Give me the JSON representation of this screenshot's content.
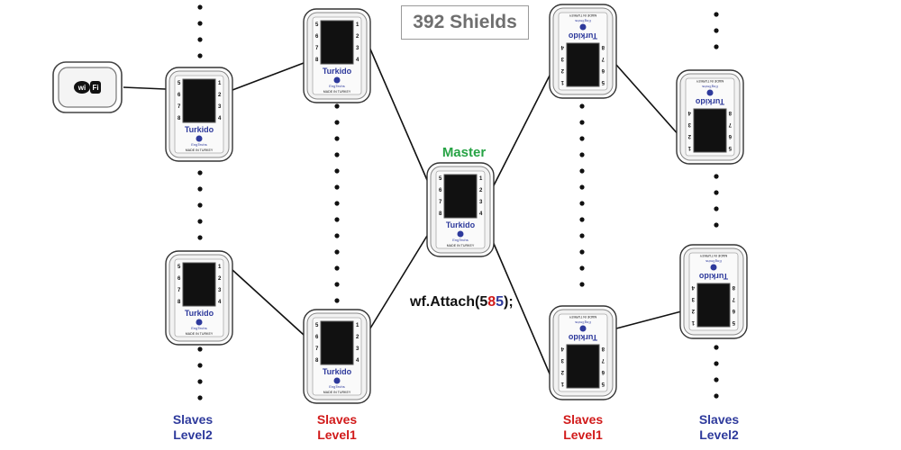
{
  "title": "392 Shields",
  "master_label": "Master",
  "code": {
    "prefix": "wf.Attach(",
    "digit1": "5",
    "digit2": "8",
    "digit3": "5",
    "suffix": ");"
  },
  "wifi_module": {
    "label_left": "wi",
    "label_right": "Fi"
  },
  "device": {
    "brand": "Turkido",
    "maker": "EngTechs",
    "made_in": "MADE IN TURKEY",
    "pins_left": [
      "5",
      "6",
      "7",
      "8"
    ],
    "pins_right": [
      "1",
      "2",
      "3",
      "4"
    ]
  },
  "columns": [
    {
      "line1": "Slaves",
      "line2": "Level2",
      "color": "#2e3a9c"
    },
    {
      "line1": "Slaves",
      "line2": "Level1",
      "color": "#d11a1a"
    },
    {
      "line1": "Slaves",
      "line2": "Level1",
      "color": "#d11a1a"
    },
    {
      "line1": "Slaves",
      "line2": "Level2",
      "color": "#2e3a9c"
    }
  ],
  "colors": {
    "level1": "#d11a1a",
    "level2": "#2e3a9c",
    "master": "#27a345",
    "title": "#6f6f6f"
  }
}
